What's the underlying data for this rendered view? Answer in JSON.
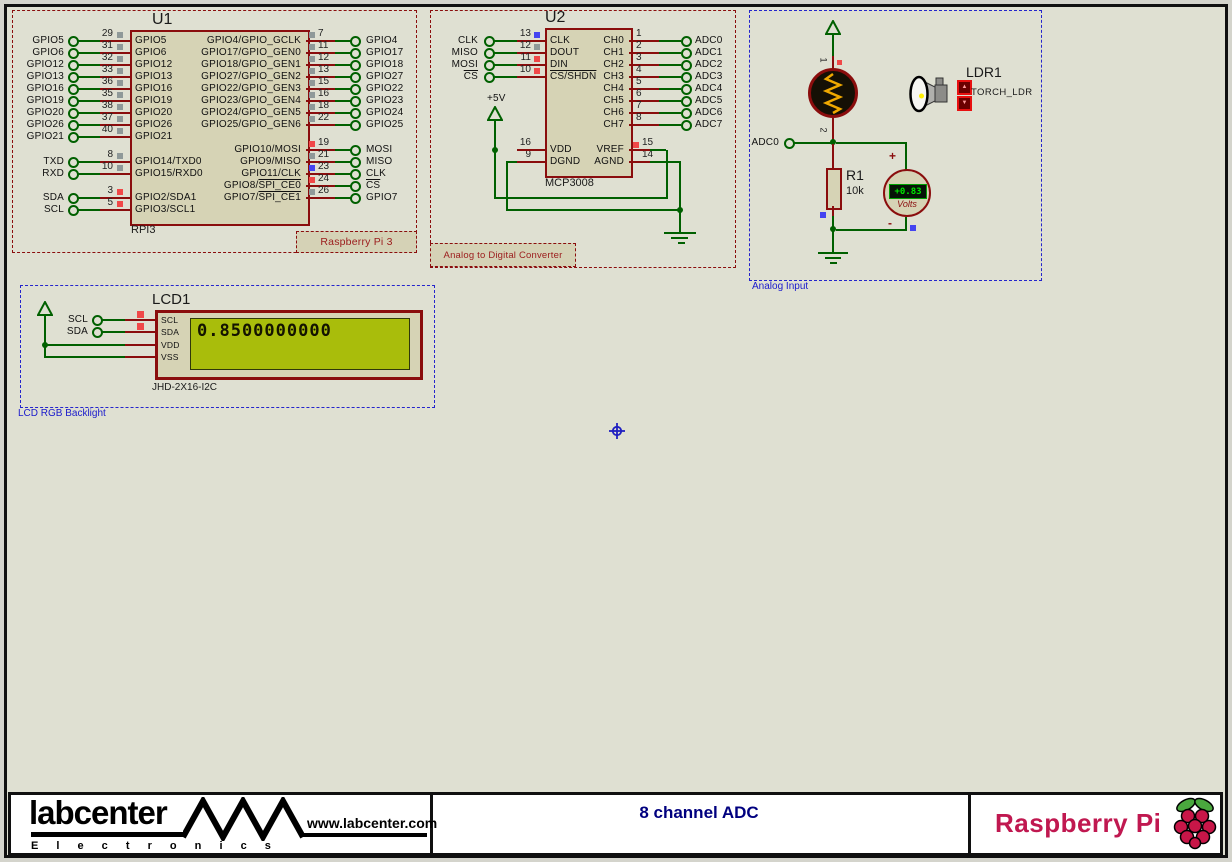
{
  "regions": {
    "rpi": "Raspberry Pi 3",
    "adc": "Analog to Digital Converter",
    "analog": "Analog Input",
    "lcd": "LCD RGB Backlight"
  },
  "u1": {
    "ref": "U1",
    "value": "RPI3",
    "left_pins": [
      {
        "term": "GPIO5",
        "num": "29",
        "ind": "gray",
        "name": "GPIO5"
      },
      {
        "term": "GPIO6",
        "num": "31",
        "ind": "gray",
        "name": "GPIO6"
      },
      {
        "term": "GPIO12",
        "num": "32",
        "ind": "gray",
        "name": "GPIO12"
      },
      {
        "term": "GPIO13",
        "num": "33",
        "ind": "gray",
        "name": "GPIO13"
      },
      {
        "term": "GPIO16",
        "num": "36",
        "ind": "gray",
        "name": "GPIO16"
      },
      {
        "term": "GPIO19",
        "num": "35",
        "ind": "gray",
        "name": "GPIO19"
      },
      {
        "term": "GPIO20",
        "num": "38",
        "ind": "gray",
        "name": "GPIO20"
      },
      {
        "term": "GPIO26",
        "num": "37",
        "ind": "gray",
        "name": "GPIO26"
      },
      {
        "term": "GPIO21",
        "num": "40",
        "ind": "gray",
        "name": "GPIO21"
      },
      {
        "term": "TXD",
        "num": "8",
        "ind": "gray",
        "name": "GPIO14/TXD0"
      },
      {
        "term": "RXD",
        "num": "10",
        "ind": "gray",
        "name": "GPIO15/RXD0"
      },
      {
        "term": "SDA",
        "num": "3",
        "ind": "red",
        "name": "GPIO2/SDA1"
      },
      {
        "term": "SCL",
        "num": "5",
        "ind": "red",
        "name": "GPIO3/SCL1"
      }
    ],
    "right_pins": [
      {
        "term": "GPIO4",
        "num": "7",
        "ind": "gray",
        "name": "GPIO4/GPIO_GCLK"
      },
      {
        "term": "GPIO17",
        "num": "11",
        "ind": "gray",
        "name": "GPIO17/GPIO_GEN0"
      },
      {
        "term": "GPIO18",
        "num": "12",
        "ind": "gray",
        "name": "GPIO18/GPIO_GEN1"
      },
      {
        "term": "GPIO27",
        "num": "13",
        "ind": "gray",
        "name": "GPIO27/GPIO_GEN2"
      },
      {
        "term": "GPIO22",
        "num": "15",
        "ind": "gray",
        "name": "GPIO22/GPIO_GEN3"
      },
      {
        "term": "GPIO23",
        "num": "16",
        "ind": "gray",
        "name": "GPIO23/GPIO_GEN4"
      },
      {
        "term": "GPIO24",
        "num": "18",
        "ind": "gray",
        "name": "GPIO24/GPIO_GEN5"
      },
      {
        "term": "GPIO25",
        "num": "22",
        "ind": "gray",
        "name": "GPIO25/GPIO_GEN6"
      },
      {
        "term": "MOSI",
        "num": "19",
        "ind": "red",
        "name": "GPIO10/MOSI"
      },
      {
        "term": "MISO",
        "num": "21",
        "ind": "gray",
        "name": "GPIO9/MISO"
      },
      {
        "term": "CLK",
        "num": "23",
        "ind": "blue",
        "name": "GPIO11/CLK"
      },
      {
        "term": "CS",
        "term_ovl": true,
        "num": "24",
        "ind": "red",
        "name_pre": "GPIO8/",
        "name_ovl": "SPI_CE0"
      },
      {
        "term": "GPIO7",
        "num": "26",
        "ind": "gray",
        "name_pre": "GPIO7/",
        "name_ovl": "SPI_CE1"
      }
    ]
  },
  "u2": {
    "ref": "U2",
    "value": "MCP3008",
    "power_label": "+5V",
    "left_pins": [
      {
        "term": "CLK",
        "num": "13",
        "ind": "blue",
        "name": "CLK"
      },
      {
        "term": "MISO",
        "num": "12",
        "ind": "gray",
        "name": "DOUT"
      },
      {
        "term": "MOSI",
        "num": "11",
        "ind": "red",
        "name": "DIN"
      },
      {
        "term": "CS",
        "term_ovl": true,
        "num": "10",
        "ind": "red",
        "name_ovl": "CS/SHDN"
      }
    ],
    "right_pins": [
      {
        "term": "ADC0",
        "num": "1",
        "name": "CH0"
      },
      {
        "term": "ADC1",
        "num": "2",
        "name": "CH1"
      },
      {
        "term": "ADC2",
        "num": "3",
        "name": "CH2"
      },
      {
        "term": "ADC3",
        "num": "4",
        "name": "CH3"
      },
      {
        "term": "ADC4",
        "num": "5",
        "name": "CH4"
      },
      {
        "term": "ADC5",
        "num": "6",
        "name": "CH5"
      },
      {
        "term": "ADC6",
        "num": "7",
        "name": "CH6"
      },
      {
        "term": "ADC7",
        "num": "8",
        "name": "CH7"
      }
    ],
    "bottom": [
      {
        "name": "VDD",
        "num": "16"
      },
      {
        "name": "DGND",
        "num": "9"
      },
      {
        "name": "VREF",
        "num": "15",
        "ind": "red"
      },
      {
        "name": "AGND",
        "num": "14"
      }
    ]
  },
  "lcd": {
    "ref": "LCD1",
    "value": "JHD-2X16-I2C",
    "display": "0.8500000000",
    "pins": [
      "SCL",
      "SDA",
      "VDD",
      "VSS"
    ],
    "terminals": [
      "SCL",
      "SDA"
    ]
  },
  "analog": {
    "adc_term": "ADC0",
    "ldr_ref": "LDR1",
    "ldr_model": "TORCH_LDR",
    "ldr_pin1": "1",
    "ldr_pin2": "2",
    "torch_up_icon": "▲",
    "torch_down_icon": "▼",
    "r_ref": "R1",
    "r_value": "10k",
    "meter_value": "+0.83",
    "meter_unit": "Volts",
    "plus": "+",
    "minus": "-"
  },
  "title_block": {
    "logo_main": "labcenter",
    "logo_sub": "E l e c t r o n i c s",
    "logo_url": "www.labcenter.com",
    "sheet_title": "8 channel ADC",
    "brand": "Raspberry Pi"
  },
  "colors": {
    "wire_green": "#006000",
    "component_red": "#8a0d0d",
    "region_blue": "#2424cc",
    "lcd_screen": "#a9bd0b",
    "meter_green": "#00e800",
    "brand_pink": "#c01850",
    "title_navy": "#00007f",
    "ind_gray": "#8f9999",
    "ind_red": "#f04848",
    "ind_blue": "#4444f0"
  }
}
